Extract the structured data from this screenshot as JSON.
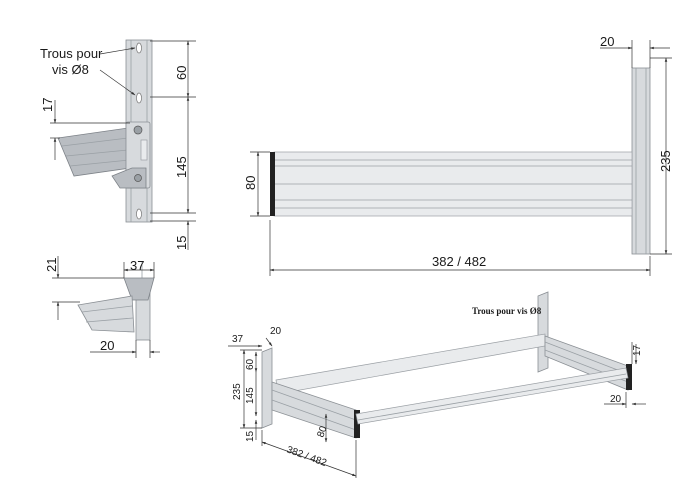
{
  "notes": {
    "screw_holes": [
      "Trous pour",
      "vis Ø8"
    ],
    "screw_holes_iso": "Trous pour vis Ø8"
  },
  "side_view": {
    "dim_17": "17",
    "dim_60": "60",
    "dim_145": "145",
    "dim_15": "15"
  },
  "detail_view": {
    "dim_21": "21",
    "dim_37": "37",
    "dim_20": "20"
  },
  "front_view": {
    "dim_20": "20",
    "dim_80": "80",
    "dim_235": "235",
    "dim_length": "382 / 482"
  },
  "iso_view": {
    "dim_37": "37",
    "dim_20": "20",
    "dim_60": "60",
    "dim_235": "235",
    "dim_145": "145",
    "dim_15": "15",
    "dim_80": "80",
    "dim_length": "382 / 482",
    "dim_17": "17",
    "dim_20_end": "20"
  },
  "colors": {
    "metal": "#d7dadd",
    "end_cap": "#222222",
    "dimension_line": "#333333"
  }
}
